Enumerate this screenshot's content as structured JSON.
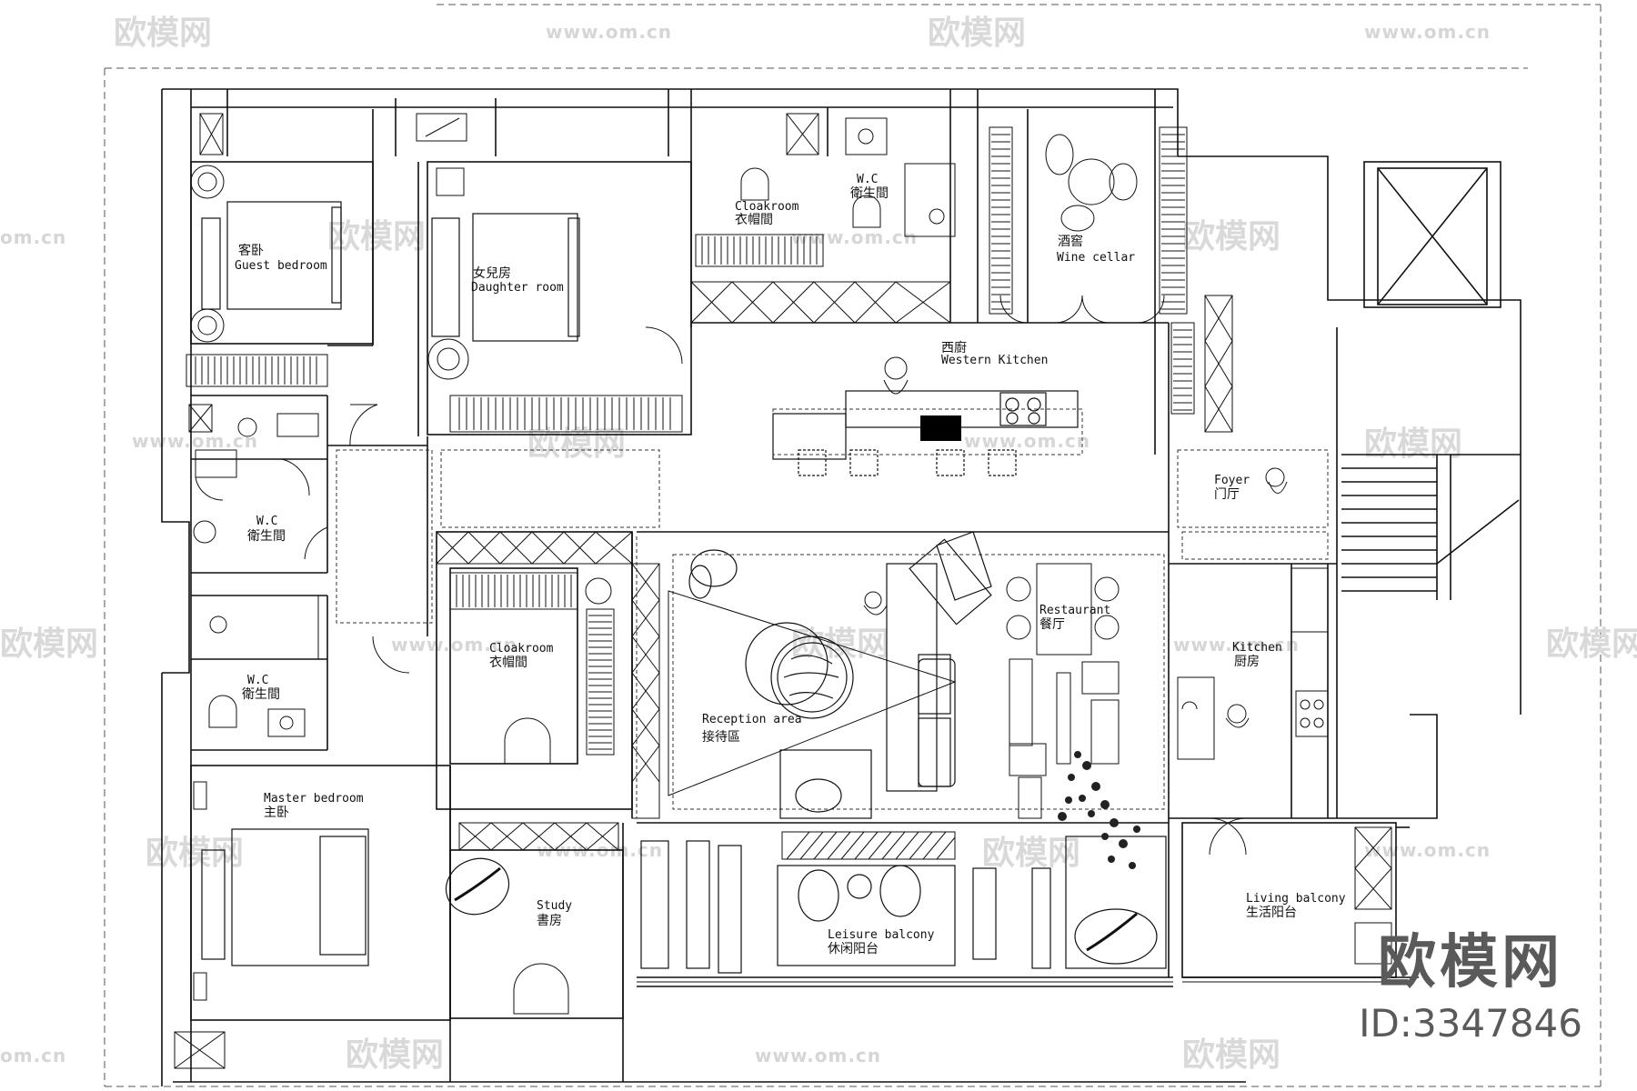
{
  "rooms": {
    "guest_bedroom": {
      "cn": "客卧",
      "en": "Guest bedroom"
    },
    "daughter_room": {
      "cn": "女兒房",
      "en": "Daughter room"
    },
    "cloakroom_top": {
      "en": "Cloakroom",
      "cn": "衣帽間"
    },
    "wc_top": {
      "en": "W.C",
      "cn": "衛生間"
    },
    "wine_cellar": {
      "cn": "酒窖",
      "en": "Wine cellar"
    },
    "western_kitchen": {
      "cn": "西廚",
      "en": "Western Kitchen"
    },
    "foyer": {
      "en": "Foyer",
      "cn": "门厅"
    },
    "wc_left_1": {
      "en": "W.C",
      "cn": "衛生間"
    },
    "wc_left_2": {
      "en": "W.C",
      "cn": "衛生間"
    },
    "cloakroom_mid": {
      "en": "Cloakroom",
      "cn": "衣帽間"
    },
    "reception_area": {
      "en": "Reception area",
      "cn": "接待區"
    },
    "restaurant": {
      "en": "Restaurant",
      "cn": "餐厅"
    },
    "kitchen": {
      "en": "Kitchen",
      "cn": "厨房"
    },
    "master_bedroom": {
      "en": "Master bedroom",
      "cn": "主卧"
    },
    "study": {
      "en": "Study",
      "cn": "書房"
    },
    "leisure_balcony": {
      "en": "Leisure balcony",
      "cn": "休闲阳台"
    },
    "living_balcony": {
      "en": "Living balcony",
      "cn": "生活阳台"
    }
  },
  "watermark": {
    "site": "www.om.cn",
    "site_short": "om.cn",
    "logo": "欧模网"
  },
  "brand": {
    "name": "欧模网",
    "id": "ID:3347846"
  },
  "colors": {
    "line": "#111111",
    "dashed": "#444444",
    "watermark": "#d9d9d9",
    "brand": "#5a5a5a",
    "fill_dark": "#000000"
  }
}
